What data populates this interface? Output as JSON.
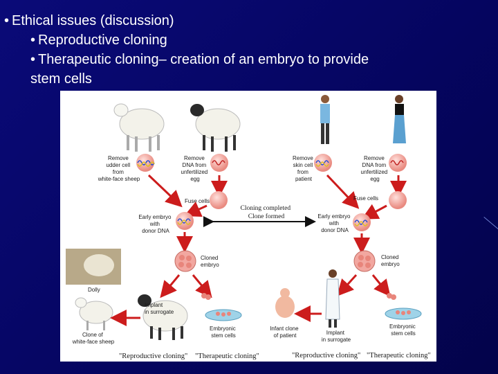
{
  "slide": {
    "bullet_main": "Ethical issues (discussion)",
    "bullet_sub1": "Reproductive cloning",
    "bullet_sub2_line1": "Therapeutic cloning– creation of an embryo to provide",
    "bullet_sub2_line2": "stem cells",
    "bullet_glyph": "•"
  },
  "figure": {
    "labels": {
      "remove_udder": [
        "Remove",
        "udder cell",
        "from",
        "white-face sheep"
      ],
      "remove_dna_left": [
        "Remove",
        "DNA from",
        "unfertilized",
        "egg"
      ],
      "fuse_left": "Fuse cells",
      "early_left": [
        "Early embryo",
        "with",
        "donor DNA"
      ],
      "cloned_left": [
        "Cloned",
        "embryo"
      ],
      "dolly": "Dolly",
      "implant_left": [
        "Implant",
        "in surrogate"
      ],
      "clone_sheep": [
        "Clone of",
        "white-face sheep"
      ],
      "stem_left": [
        "Embryonic",
        "stem cells"
      ],
      "center": [
        "Cloning completed",
        "Clone formed"
      ],
      "remove_skin": [
        "Remove",
        "skin cell",
        "from",
        "patient"
      ],
      "remove_dna_right": [
        "Remove",
        "DNA from",
        "unfertilized",
        "egg"
      ],
      "fuse_right": "Fuse cells",
      "early_right": [
        "Early embryo",
        "with",
        "donor DNA"
      ],
      "cloned_right": [
        "Cloned",
        "embryo"
      ],
      "infant": [
        "Infant clone",
        "of patient"
      ],
      "implant_right": [
        "Implant",
        "in surrogate"
      ],
      "stem_right": [
        "Embryonic",
        "stem cells"
      ]
    },
    "captions": {
      "left_repro": "\"Reproductive cloning\"",
      "left_thera": "\"Therapeutic cloning\"",
      "right_repro": "\"Reproductive cloning\"",
      "right_thera": "\"Therapeutic cloning\""
    },
    "colors": {
      "arrow": "#cc1c1c",
      "cell": "#f2a7a0",
      "sheep": "#f0f0ea",
      "dna_a": "#2b4fd0",
      "dna_b": "#e0c020"
    }
  }
}
